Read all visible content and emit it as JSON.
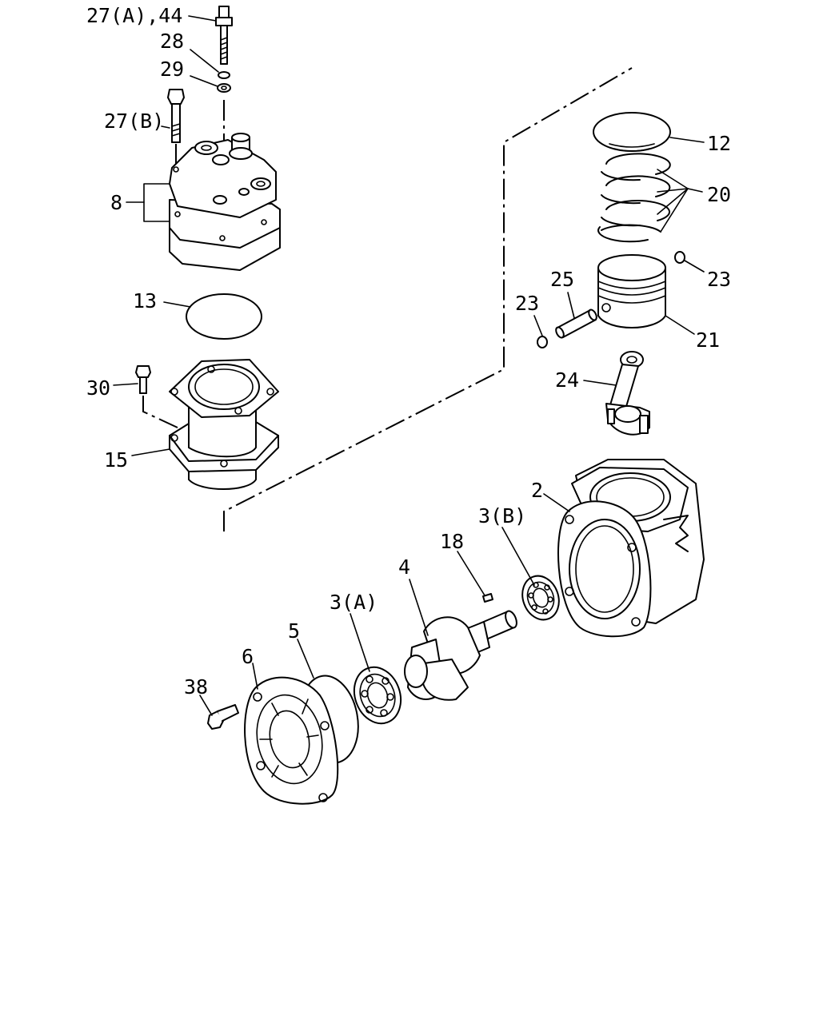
{
  "labels": {
    "p27a44": "27(A),44",
    "p28": "28",
    "p29": "29",
    "p27b": "27(B)",
    "p8": "8",
    "p13": "13",
    "p30": "30",
    "p15": "15",
    "p12": "12",
    "p20": "20",
    "p23a": "23",
    "p25": "25",
    "p23b": "23",
    "p21": "21",
    "p24": "24",
    "p2": "2",
    "p3b": "3(B)",
    "p18": "18",
    "p4": "4",
    "p3a": "3(A)",
    "p5": "5",
    "p6": "6",
    "p38": "38"
  }
}
